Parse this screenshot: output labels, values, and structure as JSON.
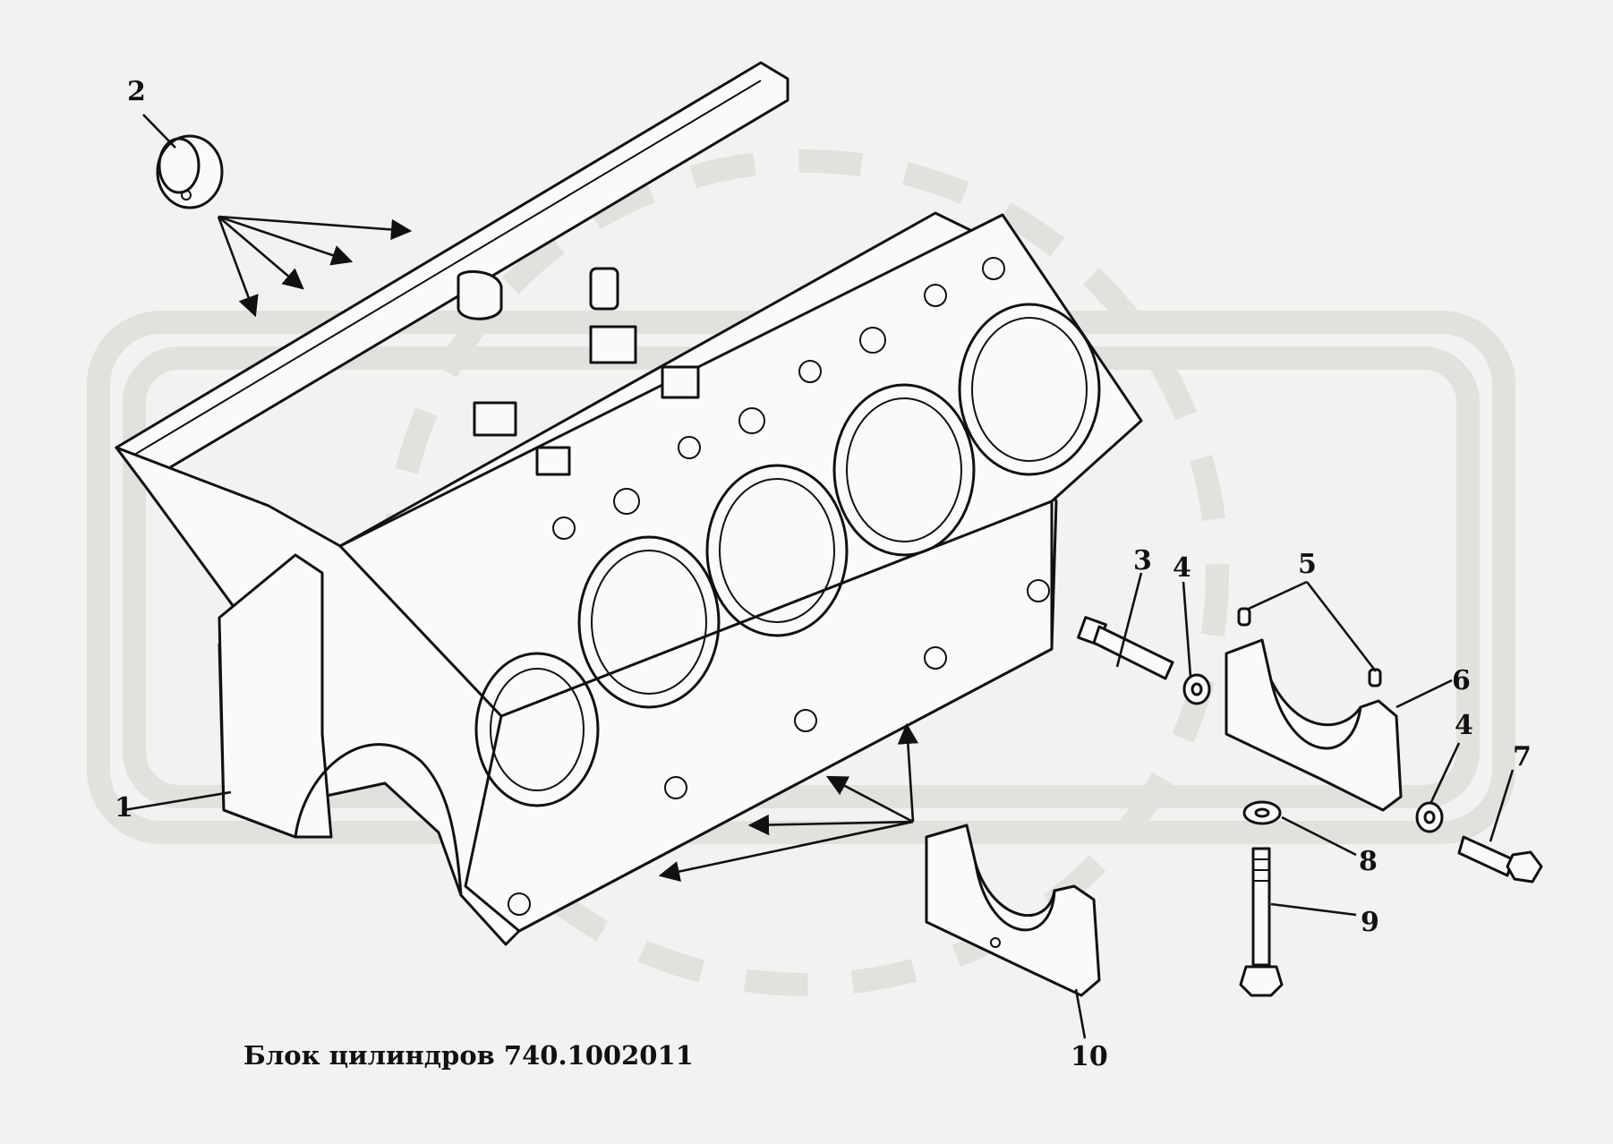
{
  "caption": "Блок цилиндров 740.1002011",
  "callouts": {
    "c1": "1",
    "c2": "2",
    "c3": "3",
    "c4a": "4",
    "c4b": "4",
    "c5": "5",
    "c6": "6",
    "c7": "7",
    "c8": "8",
    "c9": "9",
    "c10": "10"
  },
  "colors": {
    "ink": "#111111",
    "paper": "#f2f2f0",
    "watermark": "#e1e1de"
  }
}
